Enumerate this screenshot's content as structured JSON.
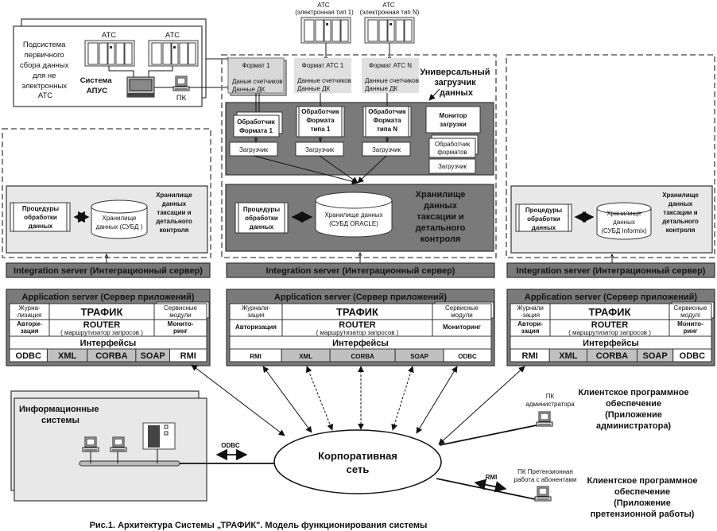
{
  "apus": {
    "subsystem_label": [
      "Подсистема",
      "первичного",
      "сбора данных",
      "для не",
      "электронных",
      "АТС"
    ],
    "system_label": [
      "Система",
      "АПУС"
    ],
    "atc1": "АТС",
    "atc2": "АТС",
    "pc": "ПК"
  },
  "atc_top": [
    {
      "line1": "АТС",
      "line2": "(электронная тип 1)"
    },
    {
      "line1": "АТС",
      "line2": "(электронная тип N)"
    }
  ],
  "loader": {
    "title": [
      "Универсальный",
      "загрузчик",
      "данных"
    ],
    "formats": [
      {
        "header": "Формат 1",
        "line1": "Даные счетчиков",
        "line2": "Данные ДК"
      },
      {
        "header": "Формат АТС 1",
        "line1": "Данные счетчиков",
        "line2": "Данные ДК"
      },
      {
        "header": "Формат АТС N",
        "line1": "Данные счетчиков",
        "line2": "Данные ДК"
      }
    ],
    "handlers": [
      [
        "Обработчик",
        "Формата 1"
      ],
      [
        "Обработчик",
        "Формата",
        "типа 1"
      ],
      [
        "Обработчик",
        "Формата",
        "типа N"
      ]
    ],
    "monitor": [
      "Монитор",
      "загрузки"
    ],
    "format_handler": [
      "Обработчик",
      "форматов"
    ],
    "loader_label": "Загрузчик"
  },
  "storages": [
    {
      "procedures": [
        "Процедуры",
        "обработки",
        "данных"
      ],
      "db": [
        "Хранилище",
        "данных (СУБД )"
      ],
      "title": [
        "Хранилище",
        "данных",
        "таксации и",
        "детального",
        "контроля"
      ]
    },
    {
      "procedures": [
        "Процедуры",
        "обработки",
        "данных"
      ],
      "db": [
        "Хранилище данных",
        "(СУБД ORACLE)"
      ],
      "title": [
        "Хранилище",
        "данных",
        "таксации и",
        "детального",
        "контроля"
      ]
    },
    {
      "procedures": [
        "Процедуры",
        "обработки",
        "данных"
      ],
      "db": [
        "Хранилище",
        "данных",
        "(СУБД Informix)"
      ],
      "title": [
        "Хранилище",
        "данных",
        "таксации и",
        "детального",
        "контроля"
      ]
    }
  ],
  "servers": [
    {
      "integration": "Integration server (Интеграционный сервер)",
      "application": "Application server (Сервер приложений)",
      "log": [
        "Журна-",
        "лизация"
      ],
      "auth": [
        "Автори-",
        "зация"
      ],
      "traffic": "ТРАФИК",
      "router": "ROUTER",
      "router_sub": "( маршрутизатор запросов )",
      "service": [
        "Сервисные",
        "модули"
      ],
      "monitor": [
        "Монито-",
        "ринг"
      ],
      "interfaces": "Интерфейсы",
      "protocols": [
        "ODBC",
        "XML",
        "CORBA",
        "SOAP",
        "RMI"
      ]
    },
    {
      "integration": "Integration server (Интеграционный сервер)",
      "application": "Application server (Сервер приложений)",
      "log": [
        "Журнали-",
        "зация"
      ],
      "auth": [
        "Авторизация"
      ],
      "traffic": "ТРАФИК",
      "router": "ROUTER",
      "router_sub": "( маршрутизатор запросов )",
      "service": [
        "Сервисные",
        "модули"
      ],
      "monitor": [
        "Мониторинг"
      ],
      "interfaces": "Интерфейсы",
      "protocols": [
        "RMI",
        "XML",
        "CORBA",
        "SOAP",
        "ODBC"
      ]
    },
    {
      "integration": "Integration server (Интеграционный сервер)",
      "application": "Application server (Сервер приложений)",
      "log": [
        "Журнали",
        "-зация"
      ],
      "auth": [
        "Автори-",
        "зация"
      ],
      "traffic": "ТРАФИК",
      "router": "ROUTER",
      "router_sub": "( маршрутизатор запросов )",
      "service": [
        "Сервисные",
        "модулі"
      ],
      "monitor": [
        "Монито-",
        "ринг"
      ],
      "interfaces": "Интерфейсы",
      "protocols": [
        "RMI",
        "XML",
        "CORBA",
        "SOAP",
        "ODBC"
      ]
    }
  ],
  "info_systems": [
    "Информационные",
    "системы"
  ],
  "odbc_label": "ODBC",
  "rmi_label": "RMI",
  "network": [
    "Корпоративная",
    "сеть"
  ],
  "admin_pc": [
    "ПК",
    "администратора"
  ],
  "claims_pc": [
    "ПК Претензионная",
    "работа с абонентами"
  ],
  "client_admin": [
    "Клиентское программное",
    "обеспечение",
    "(Приложение",
    "администратора)"
  ],
  "client_claims": [
    "Клиентское программное",
    "обеспечение",
    "(Приложение",
    "претензионной работы)"
  ],
  "caption": "Рис.1. Архитектура Системы „ТРАФИК\". Модель функционирования системы"
}
